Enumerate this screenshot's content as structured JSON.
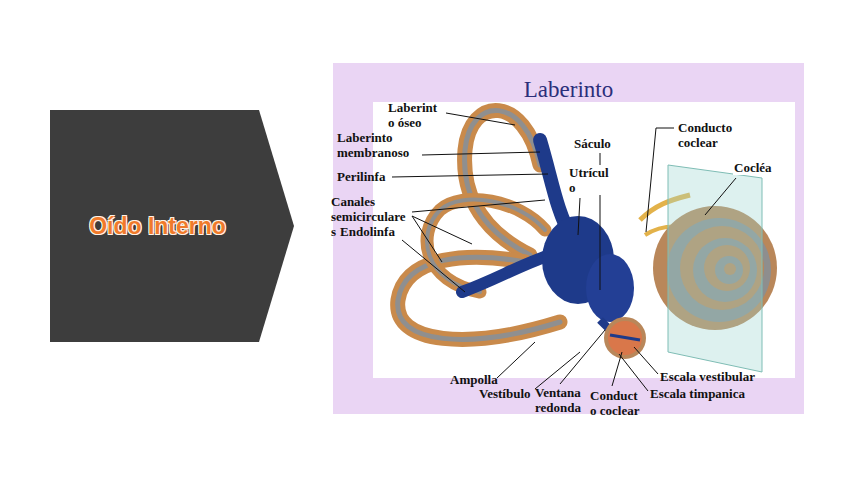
{
  "diagram": {
    "nodes": [
      {
        "text": [
          "Oído Interno"
        ]
      },
      {
        "text": [
          "Laberinto"
        ]
      }
    ],
    "labels": [
      "Laberint o óseo",
      "Laberinto membranoso",
      "Perilinfa",
      "Canales semicirculare s",
      "Endolinfa",
      "Sáculo",
      "Utrícul o",
      "Conducto coclear",
      "Cocléa",
      "Ampolla",
      "Vestíbulo",
      "Ventana redonda",
      "Conduct o coclear",
      "Escala vestibular",
      "Escala timpanica"
    ]
  }
}
